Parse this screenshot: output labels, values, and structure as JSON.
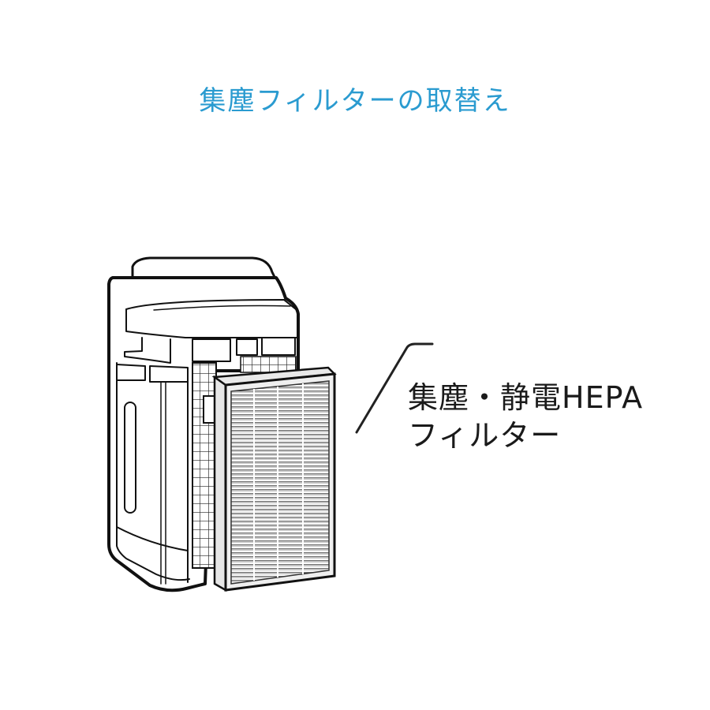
{
  "title": "集塵フィルターの取替え",
  "colors": {
    "title": "#2a9bd0",
    "line": "#111111",
    "filter_frame": "#e4e4e4",
    "background": "#ffffff"
  },
  "callout": {
    "line1": "集塵・静電HEPA",
    "line2": "フィルター"
  },
  "illustration": {
    "subject": "air-purifier-with-filter-removed",
    "parts": [
      "purifier-body",
      "rear-grid-panel",
      "hepa-filter"
    ]
  }
}
